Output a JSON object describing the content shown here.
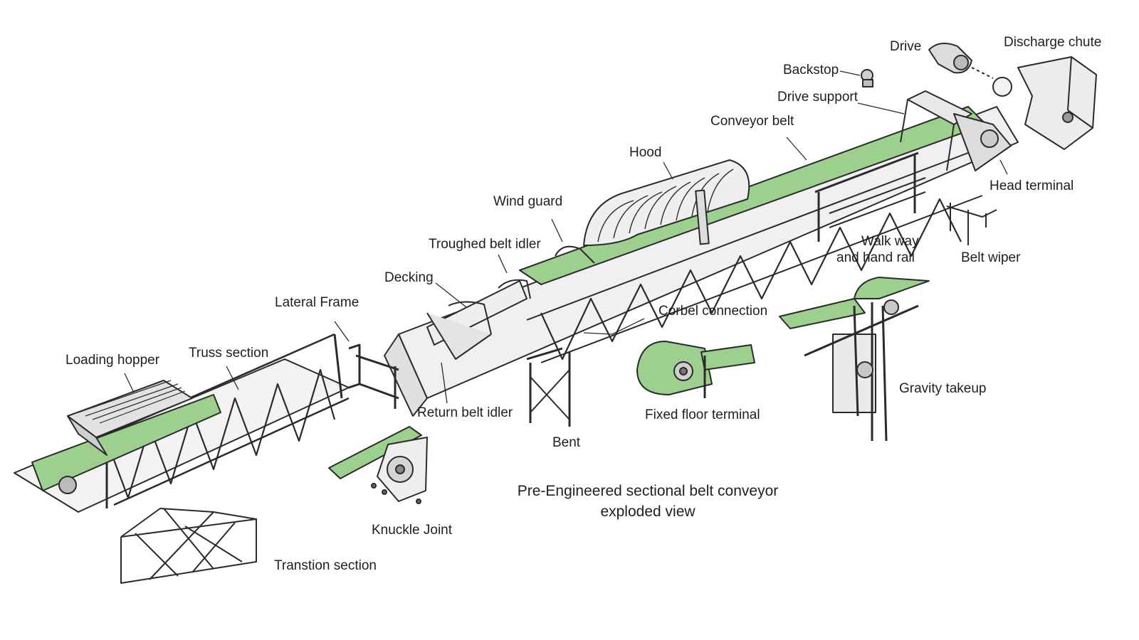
{
  "labels": {
    "discharge_chute": "Discharge chute",
    "drive": "Drive",
    "backstop": "Backstop",
    "drive_support": "Drive support",
    "conveyor_belt": "Conveyor belt",
    "hood": "Hood",
    "head_terminal": "Head terminal",
    "wind_guard": "Wind guard",
    "walk_way_line1": "Walk way",
    "walk_way_line2": "and hand rail",
    "belt_wiper": "Belt wiper",
    "troughed_belt_idler": "Troughed belt idler",
    "decking": "Decking",
    "lateral_frame": "Lateral Frame",
    "corbel_connection": "Corbel connection",
    "loading_hopper": "Loading hopper",
    "truss_section": "Truss section",
    "gravity_takeup": "Gravity takeup",
    "return_belt_idler": "Return belt idler",
    "fixed_floor_terminal": "Fixed floor terminal",
    "bent": "Bent",
    "knuckle_joint": "Knuckle Joint",
    "transition_section": "Transtion section"
  },
  "caption": {
    "line1": "Pre-Engineered sectional belt conveyor",
    "line2": "exploded view"
  },
  "colors": {
    "belt_green": "#9dcf8f",
    "steel": "#2b2b2b",
    "steel_fill": "#e9e9e9"
  }
}
